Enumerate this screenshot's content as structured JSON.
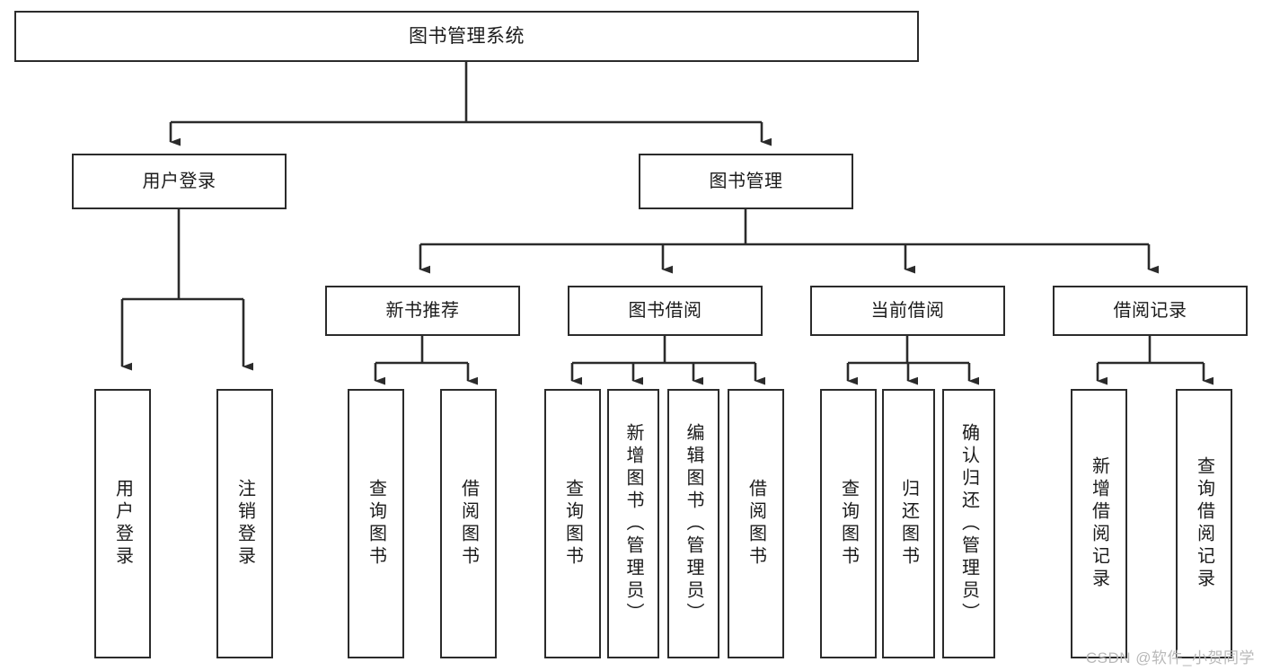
{
  "diagram": {
    "title": "图书管理系统",
    "root": {
      "id": "root",
      "label": "图书管理系统"
    },
    "level2": [
      {
        "id": "user-login",
        "label": "用户登录"
      },
      {
        "id": "book-manage",
        "label": "图书管理"
      }
    ],
    "level3": [
      {
        "id": "new-book-rec",
        "label": "新书推荐"
      },
      {
        "id": "book-borrow",
        "label": "图书借阅"
      },
      {
        "id": "current-borrow",
        "label": "当前借阅"
      },
      {
        "id": "borrow-record",
        "label": "借阅记录"
      }
    ],
    "leaves": {
      "user_login": [
        {
          "id": "leaf-user-login",
          "label": "用户登录"
        },
        {
          "id": "leaf-logout",
          "label": "注销登录"
        }
      ],
      "new_book_rec": [
        {
          "id": "leaf-query-book-1",
          "label": "查询图书"
        },
        {
          "id": "leaf-borrow-book-1",
          "label": "借阅图书"
        }
      ],
      "book_borrow": [
        {
          "id": "leaf-query-book-2",
          "label": "查询图书"
        },
        {
          "id": "leaf-add-book",
          "label": "新增图书（管理员）"
        },
        {
          "id": "leaf-edit-book",
          "label": "编辑图书（管理员）"
        },
        {
          "id": "leaf-borrow-book-2",
          "label": "借阅图书"
        }
      ],
      "current_borrow": [
        {
          "id": "leaf-query-book-3",
          "label": "查询图书"
        },
        {
          "id": "leaf-return-book",
          "label": "归还图书"
        },
        {
          "id": "leaf-confirm-return",
          "label": "确认归还（管理员）"
        }
      ],
      "borrow_record": [
        {
          "id": "leaf-add-record",
          "label": "新增借阅记录"
        },
        {
          "id": "leaf-query-record",
          "label": "查询借阅记录"
        }
      ]
    }
  },
  "watermark": {
    "text": "CSDN @软件_小贺同学"
  },
  "colors": {
    "stroke": "#2b2b2b",
    "background": "#ffffff",
    "text": "#1b1b1b",
    "watermark": "#b9b9b9"
  }
}
